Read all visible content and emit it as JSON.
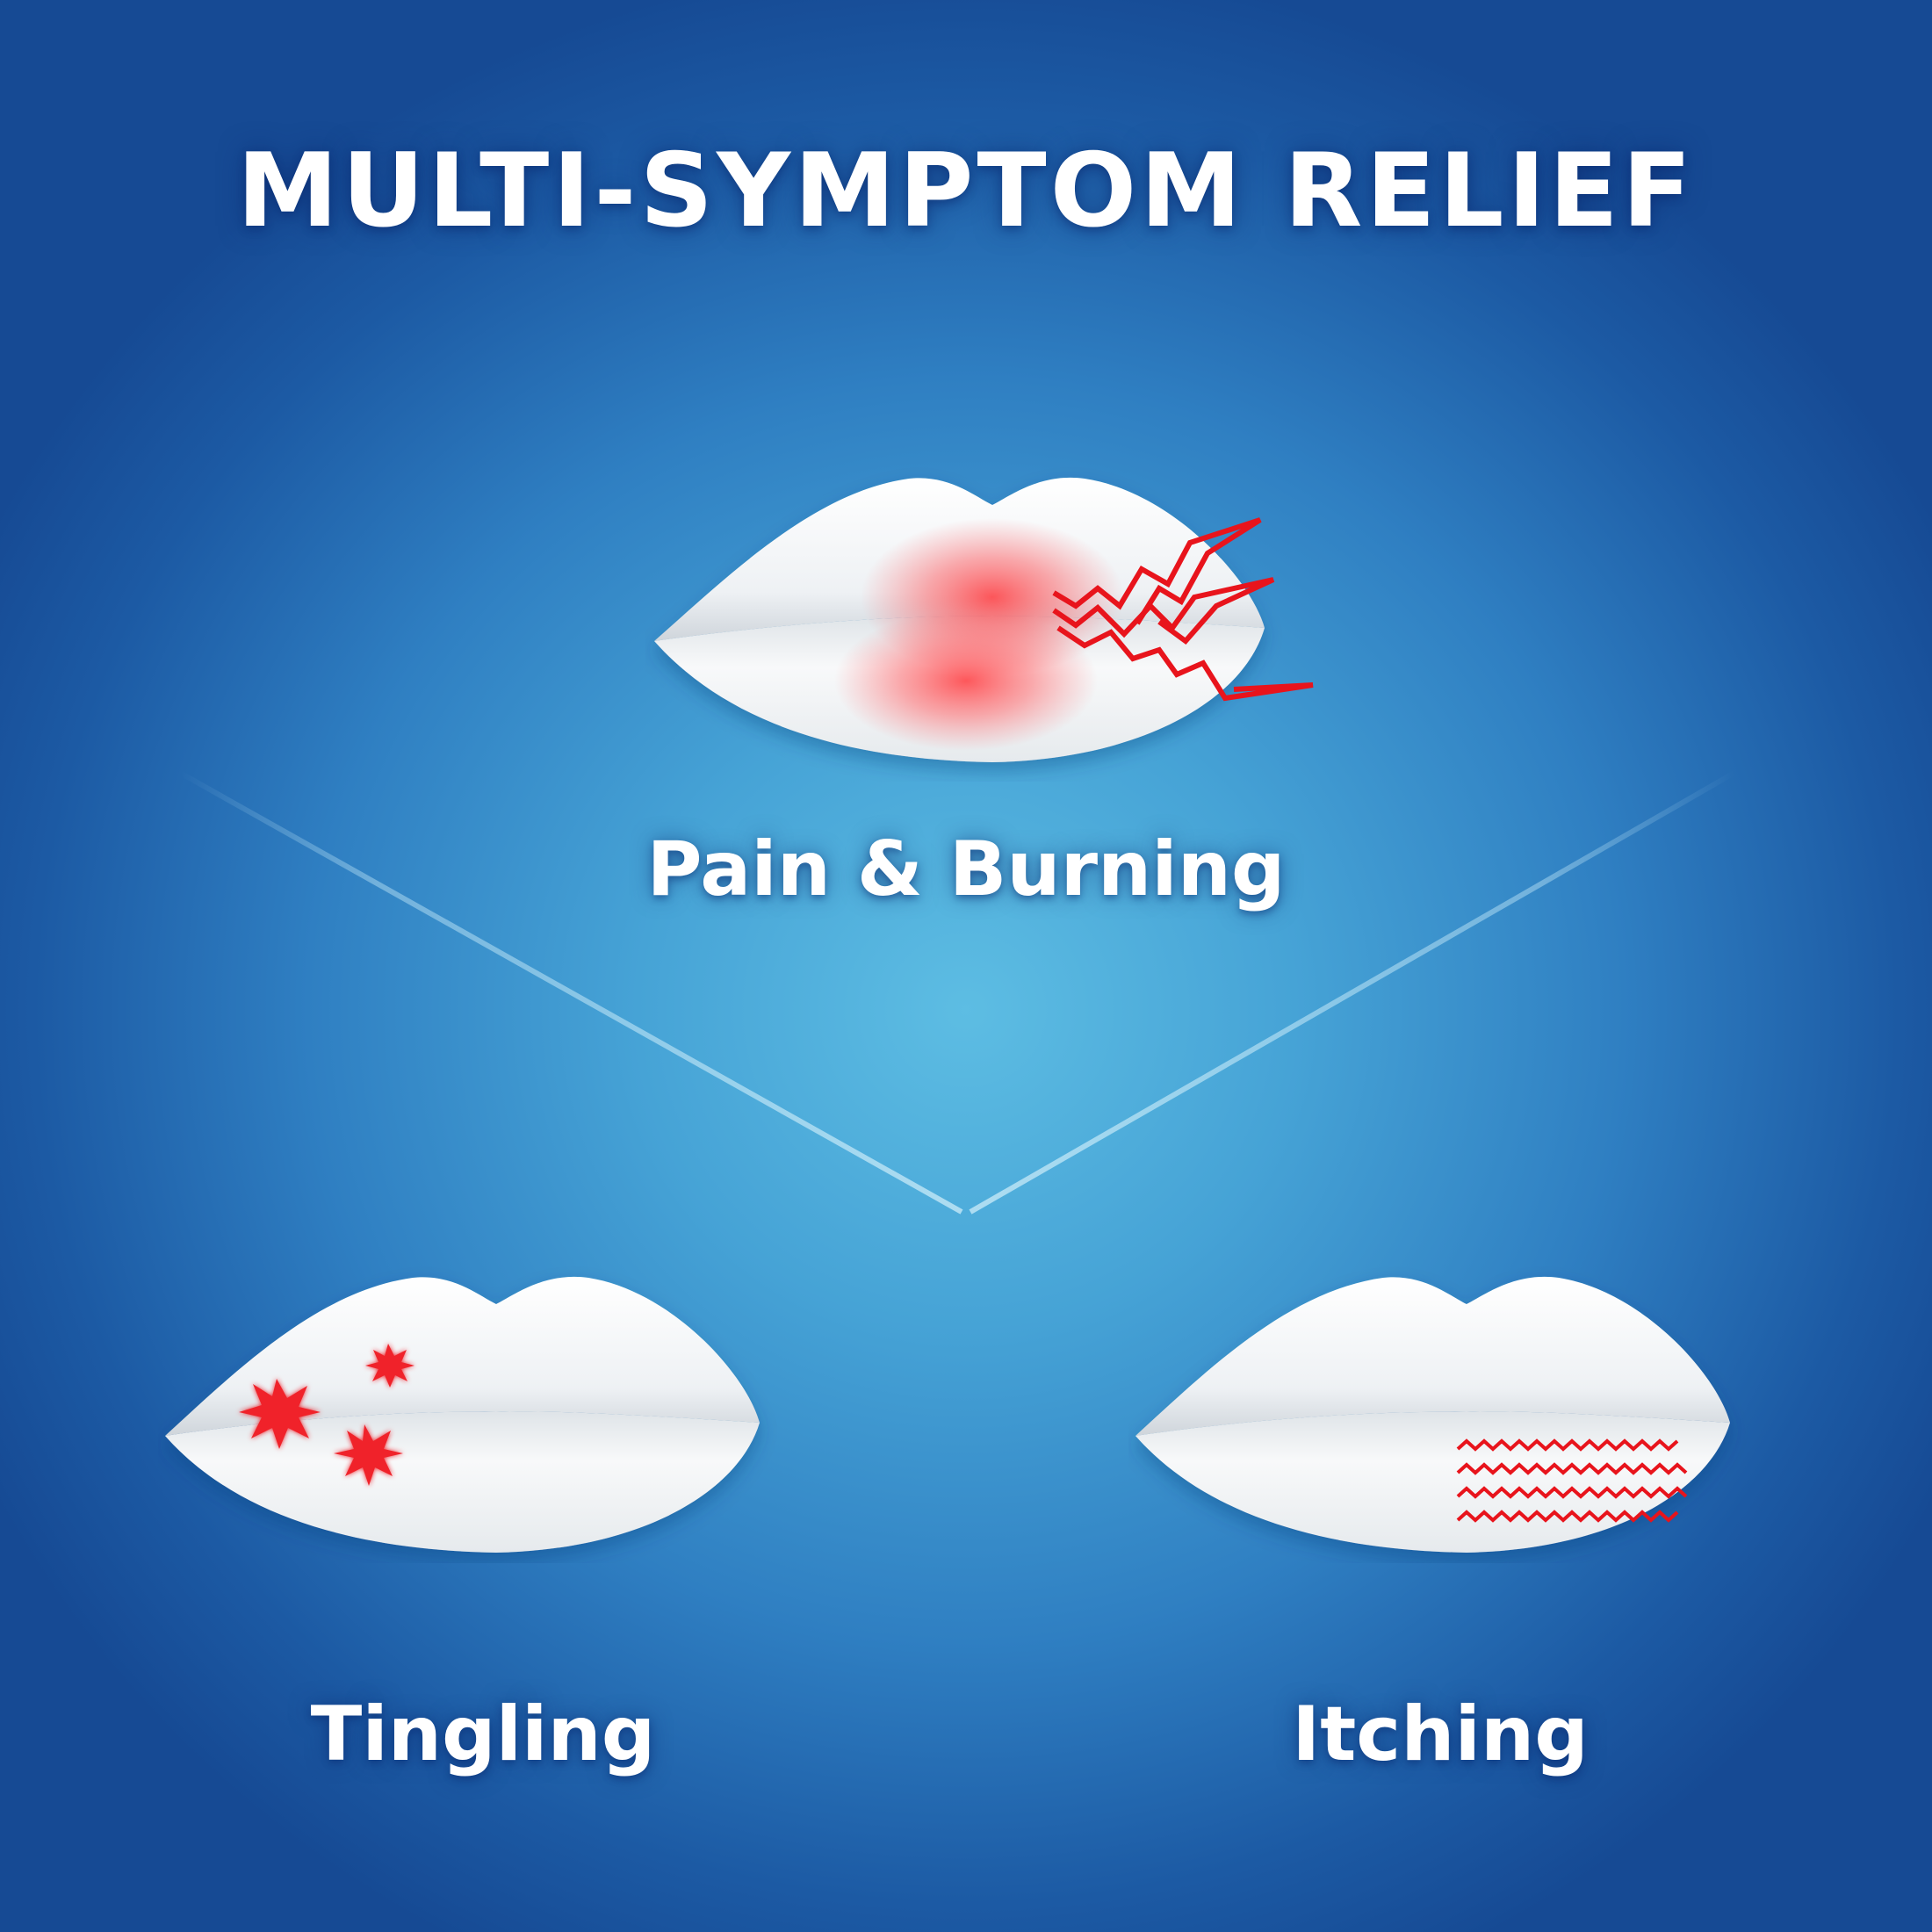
{
  "title": "MULTI-SYMPTOM RELIEF",
  "symptoms": [
    {
      "label": "Pain & Burning",
      "icon": "lips-burning-icon"
    },
    {
      "label": "Tingling",
      "icon": "lips-tingling-icon"
    },
    {
      "label": "Itching",
      "icon": "lips-itching-icon"
    }
  ],
  "colors": {
    "background_center": "#5dbde3",
    "background_edge": "#164a94",
    "lip_white": "#f4f6f8",
    "symptom_red": "#e8141c",
    "text": "#ffffff"
  }
}
